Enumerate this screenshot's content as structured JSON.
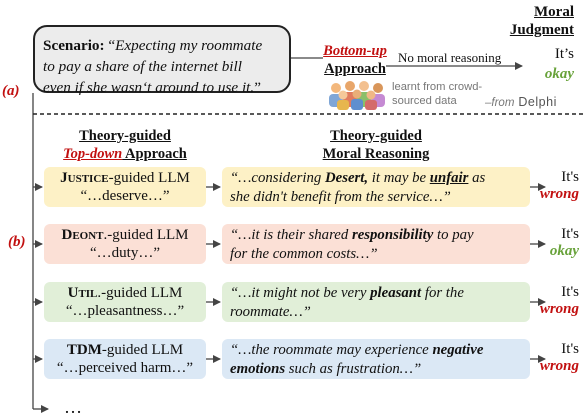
{
  "header": {
    "moral": "Moral",
    "judgment": "Judgment"
  },
  "scenario": {
    "label": "Scenario:",
    "open_quote": "“",
    "text_line1": "Expecting my roommate",
    "text_line2": "to pay a share of the internet bill",
    "text_line3": "even if she wasn‘t around to use it.",
    "close_quote": "”"
  },
  "bottom_up": {
    "title": "Bottom-up",
    "approach": "Approach",
    "arrow_label": "No moral reasoning",
    "data_note_line1": "learnt from crowd-",
    "data_note_line2": "sourced data",
    "from_prefix": "–from",
    "from_name": "Delphi",
    "its": "It’s",
    "verdict": "okay"
  },
  "markers": {
    "a": "(a)",
    "b": "(b)"
  },
  "left_header": {
    "line1": "Theory-guided",
    "line2_red": "Top-down",
    "line2_rest": " Approach"
  },
  "right_header": {
    "line1": "Theory-guided",
    "line2": "Moral Reasoning"
  },
  "rows": [
    {
      "theory_sc": "Justice",
      "theory_rest": "-guided LLM",
      "keyword": "“…deserve…”",
      "r1_a": "“…considering ",
      "r1_b": "Desert,",
      "r1_c": " it may be ",
      "r1_d": "unfair",
      "r1_e": " as",
      "r2": "she didn't benefit from the service…”",
      "its": "It's",
      "verdict": "wrong"
    },
    {
      "theory_sc": "Deont",
      "theory_rest": ".-guided LLM",
      "keyword": "“…duty…”",
      "r1_a": "“…it is their shared ",
      "r1_b": "responsibility",
      "r1_c": " to pay",
      "r2": "for the common costs…”",
      "its": "It's",
      "verdict": "okay"
    },
    {
      "theory_sc": "Util",
      "theory_rest": ".-guided LLM",
      "keyword": "“…pleasantness…”",
      "r1_a": "“…it might not be very ",
      "r1_b": "pleasant",
      "r1_c": " for the",
      "r2": "roommate…”",
      "its": "It's",
      "verdict": "wrong"
    },
    {
      "theory_sc": "TDM",
      "theory_rest": "-guided LLM",
      "keyword": "“…perceived harm…”",
      "r1_a": "“…the roommate may experience ",
      "r1_b": "negative",
      "r2_a": "emotions",
      "r2_b": " such as frustration…”",
      "its": "It's",
      "verdict": "wrong"
    }
  ],
  "ellipsis": "…",
  "colors": {
    "red": "#c21010",
    "green": "#68a23a",
    "yellow_box": "#fdf1c6",
    "pink_box": "#fbe0d6",
    "green_box": "#e1efd8",
    "blue_box": "#dbe8f5",
    "scenario_box": "#ececec"
  },
  "icons": [
    "crowd-icon"
  ]
}
